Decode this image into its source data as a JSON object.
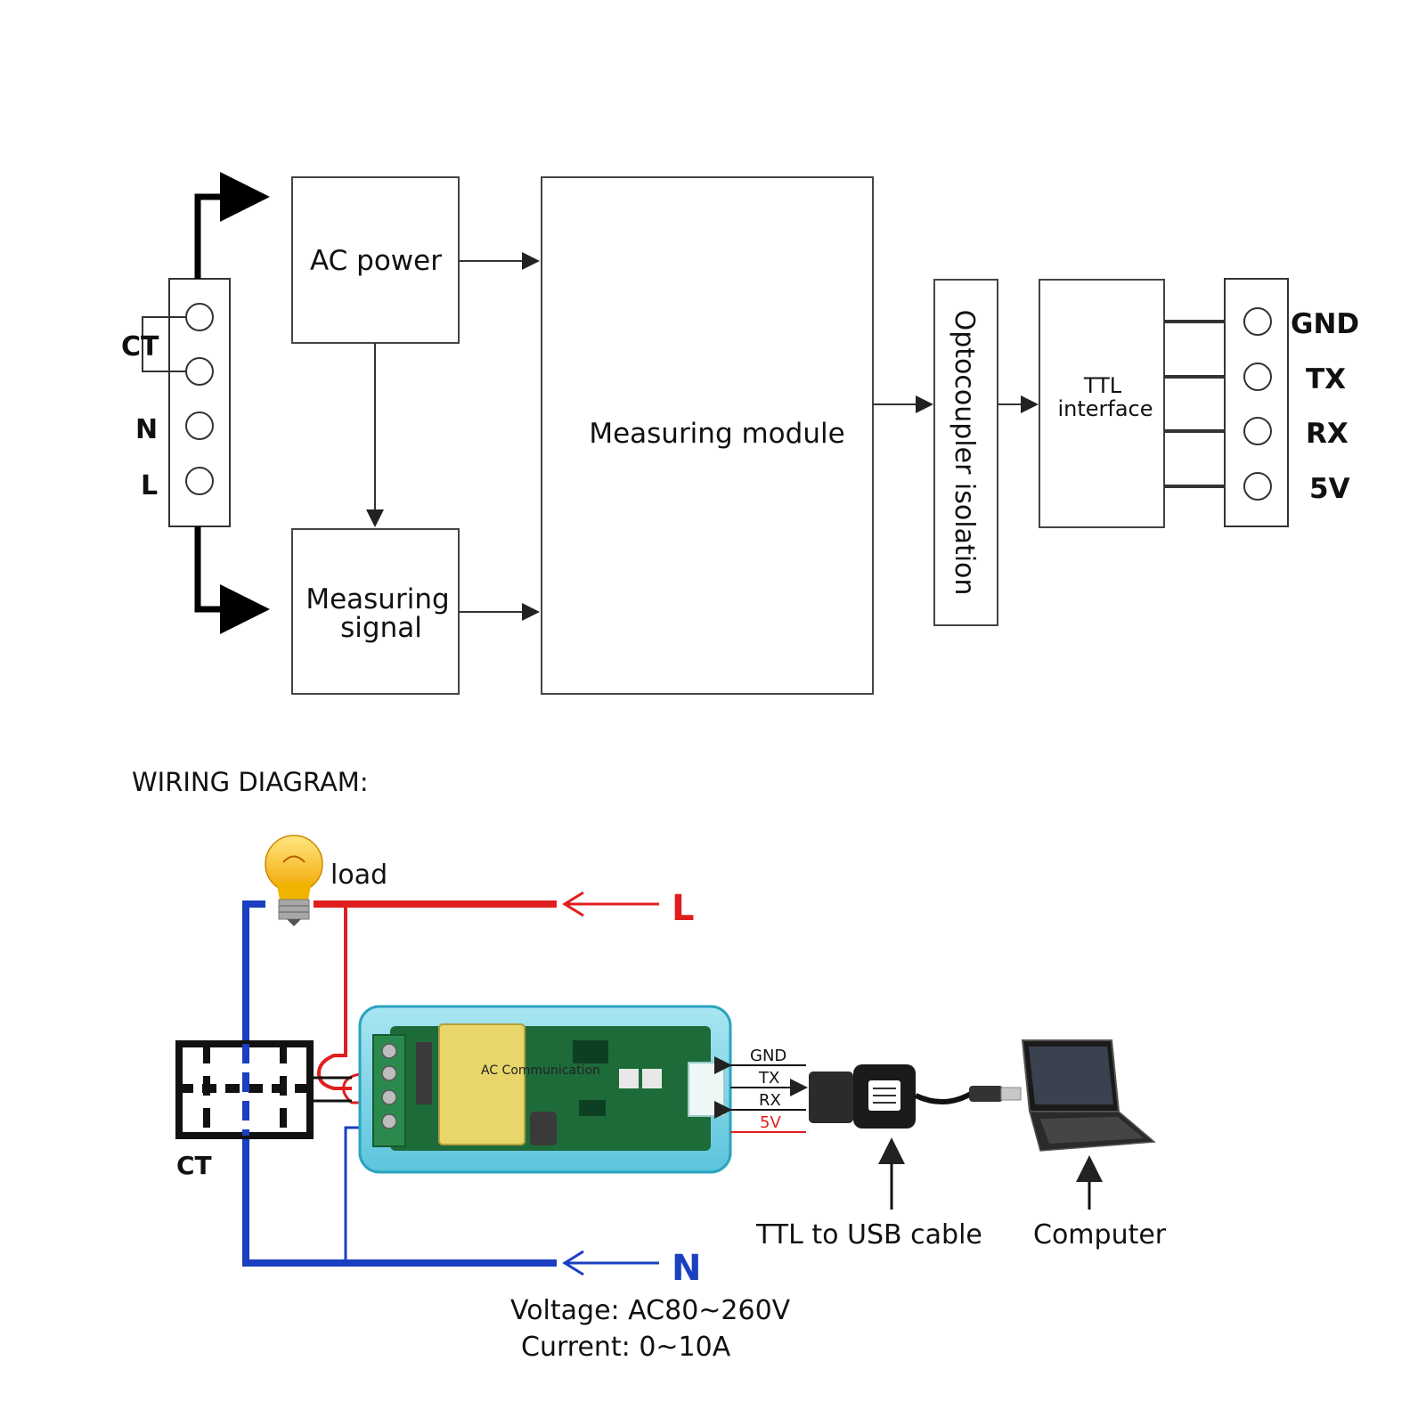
{
  "block_diagram": {
    "ac_power": "AC power",
    "measuring_signal_1": "Measuring",
    "measuring_signal_2": "signal",
    "measuring_module": "Measuring module",
    "optocoupler": "Optocoupler isolation",
    "ttl_1": "TTL",
    "ttl_2": "interface",
    "left_terminals": {
      "ct": "CT",
      "n": "N",
      "l": "L"
    },
    "right_terminals": [
      "GND",
      "TX",
      "RX",
      "5V"
    ]
  },
  "wiring": {
    "title": "WIRING DIAGRAM:",
    "load": "load",
    "l": "L",
    "n": "N",
    "ct": "CT",
    "pins": [
      "GND",
      "TX",
      "RX",
      "5V"
    ],
    "module_text": "AC Communication",
    "ttl_usb": "TTL to USB cable",
    "computer": "Computer",
    "voltage": "Voltage: AC80~260V",
    "current": "Current: 0~10A"
  },
  "colors": {
    "live": "#e01e1e",
    "neutral": "#1a3fc0",
    "module": "#7fd6e8",
    "board": "#1e6b3a"
  }
}
